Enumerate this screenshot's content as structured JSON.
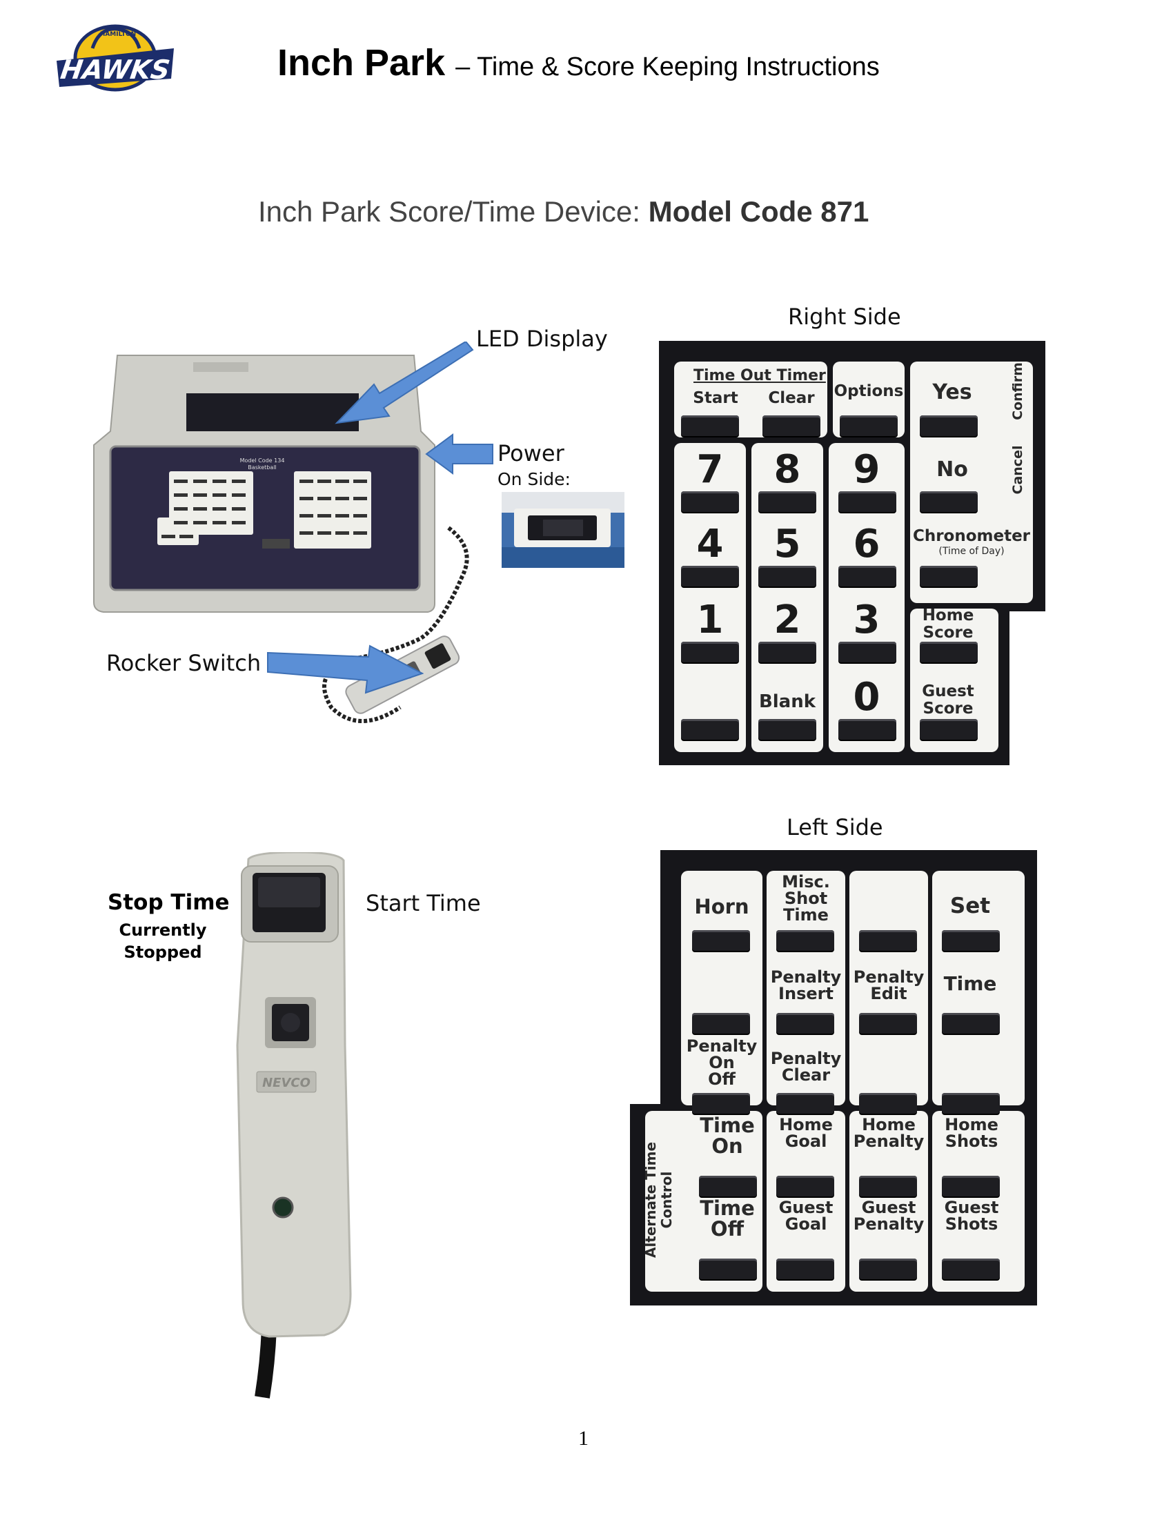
{
  "header": {
    "logo_text": "HAWKS",
    "logo_subtext": "HAMILTON",
    "title_main": "Inch Park",
    "title_sub": "– Time & Score Keeping Instructions"
  },
  "device_heading": {
    "prefix": "Inch Park Score/Time Device:",
    "model": "Model Code 871"
  },
  "labels": {
    "led_display": "LED Display",
    "power": "Power",
    "on_side": "On Side:",
    "rocker_switch": "Rocker Switch",
    "right_side": "Right Side",
    "left_side": "Left Side",
    "stop_time": "Stop Time",
    "currently": "Currently",
    "stopped": "Stopped",
    "start_time": "Start Time"
  },
  "device_photo": {
    "plate_title": "Model Code 134",
    "plate_subtitle": "Basketball"
  },
  "right_keypad": {
    "time_out_timer": "Time Out Timer",
    "start": "Start",
    "clear": "Clear",
    "options": "Options",
    "yes": "Yes",
    "confirm": "Confirm",
    "no": "No",
    "cancel": "Cancel",
    "chronometer": "Chronometer",
    "time_of_day": "(Time of Day)",
    "home_score": [
      "Home",
      "Score"
    ],
    "guest_score": [
      "Guest",
      "Score"
    ],
    "blank": "Blank",
    "digits": [
      "7",
      "8",
      "9",
      "4",
      "5",
      "6",
      "1",
      "2",
      "3",
      "0"
    ]
  },
  "left_keypad": {
    "horn": "Horn",
    "misc_shot_time": [
      "Misc.",
      "Shot",
      "Time"
    ],
    "set": "Set",
    "penalty_insert": [
      "Penalty",
      "Insert"
    ],
    "penalty_edit": [
      "Penalty",
      "Edit"
    ],
    "time": "Time",
    "penalty_on_off": [
      "Penalty",
      "On",
      "Off"
    ],
    "penalty_clear": [
      "Penalty",
      "Clear"
    ],
    "alternate_time_control": [
      "Alternate Time",
      "Control"
    ],
    "time_on": [
      "Time",
      "On"
    ],
    "home_goal": [
      "Home",
      "Goal"
    ],
    "home_penalty": [
      "Home",
      "Penalty"
    ],
    "home_shots": [
      "Home",
      "Shots"
    ],
    "time_off": [
      "Time",
      "Off"
    ],
    "guest_goal": [
      "Guest",
      "Goal"
    ],
    "guest_penalty": [
      "Guest",
      "Penalty"
    ],
    "guest_shots": [
      "Guest",
      "Shots"
    ]
  },
  "handset": {
    "brand": "NEVCO"
  },
  "page_number": "1",
  "colors": {
    "arrow": "#5b8fd6",
    "keypad_bg": "#16161a",
    "key_face": "#f4f4f1",
    "device_body": "#cfcfc9",
    "logo_blue": "#1c2d6b",
    "logo_gold": "#f2c318"
  }
}
